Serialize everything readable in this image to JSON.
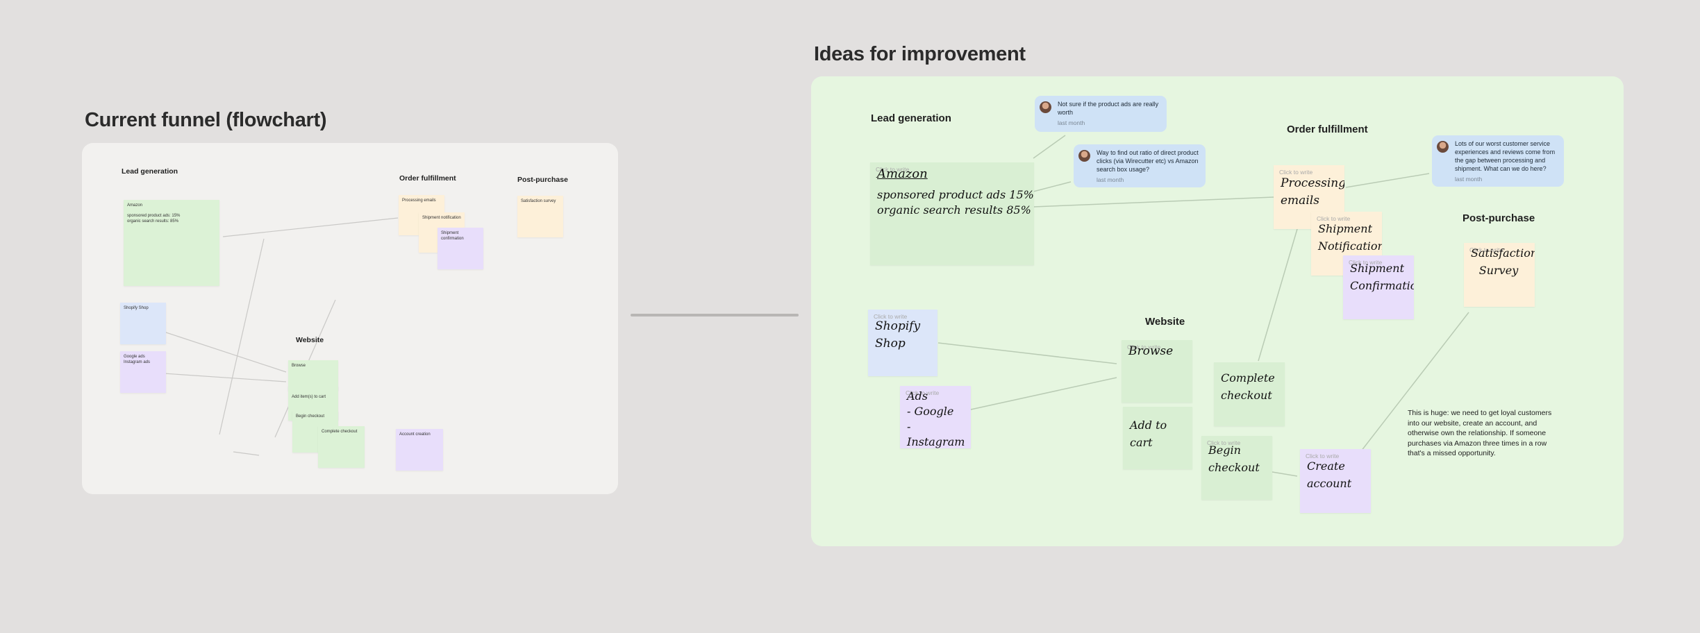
{
  "left_board": {
    "title": "Current funnel (flowchart)",
    "sections": {
      "lead_generation": "Lead generation",
      "order_fulfillment": "Order fulfillment",
      "post_purchase": "Post-purchase",
      "website": "Website"
    },
    "notes": {
      "amazon": "Amazon\n\nsponsored product ads: 15%\norganic search results: 85%",
      "shopify": "Shopify Shop",
      "ads": "Google ads\nInstagram ads",
      "processing": "Processing emails",
      "shipment_notif": "Shipment notification",
      "shipment_conf": "Shipment\nconfirmation",
      "survey": "Satisfaction survey",
      "browse": "Browse",
      "add_to_cart": "Add item(s) to cart",
      "begin_checkout": "Begin checkout",
      "complete_checkout": "Complete checkout",
      "account": "Account creation"
    }
  },
  "right_board": {
    "title": "Ideas for improvement",
    "placeholder": "Click to write",
    "sections": {
      "lead_generation": "Lead generation",
      "order_fulfillment": "Order fulfillment",
      "post_purchase": "Post-purchase",
      "website": "Website"
    },
    "notes": {
      "amazon_title": "Amazon",
      "amazon_body": "sponsored product ads 15%\norganic search results 85%",
      "shopify": "Shopify\nShop",
      "ads": "Ads\n- Google\n- Instagram",
      "processing": "Processing\nemails",
      "shipment_notif": "Shipment\nNotification",
      "shipment_conf": "Shipment\nConfirmation",
      "survey": "Satisfaction\nSurvey",
      "browse": "Browse",
      "add_to_cart": "Add to cart",
      "complete_checkout": "Complete\ncheckout",
      "begin_checkout": "Begin\ncheckout",
      "create_account": "Create\naccount"
    },
    "comments": [
      {
        "text": "Not sure if the product ads are really worth",
        "time": "last month"
      },
      {
        "text": "Way to find out ratio of direct product clicks (via Wirecutter etc) vs Amazon search box usage?",
        "time": "last month"
      },
      {
        "text": "Lots of our worst customer service experiences and reviews come from the gap between processing and shipment. What can we do here?",
        "time": "last month"
      }
    ],
    "annotation": "This is huge: we need to get loyal customers into our website, create an account, and otherwise own the relationship. If someone purchases via Amazon three times in a row that's a missed opportunity."
  },
  "colors": {
    "canvas": "#e2e0df",
    "left_board": "#f2f1ef",
    "right_board": "#e6f6e0",
    "green_note": "#dcf2d6",
    "blue_note": "#dce6f9",
    "purple_note": "#e8defb",
    "cream_note": "#fdf0d9",
    "comment": "#cfe2f6"
  }
}
